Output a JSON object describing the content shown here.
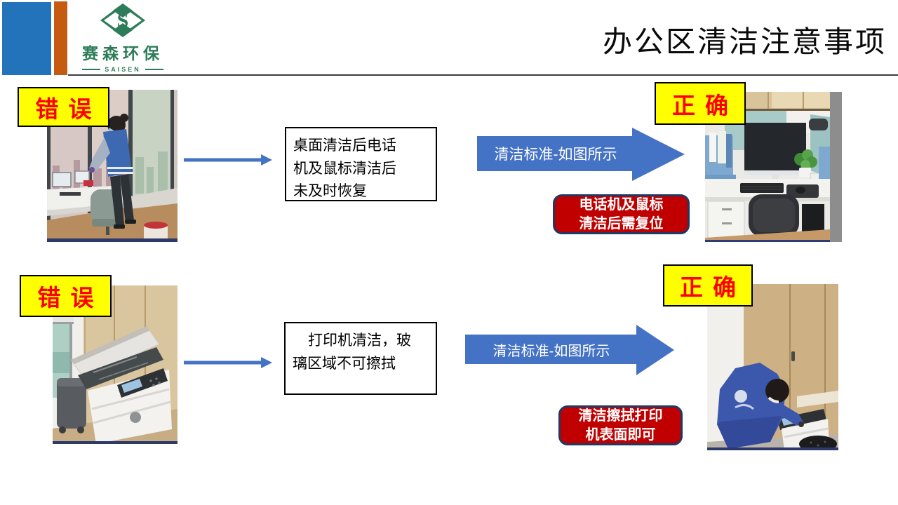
{
  "header": {
    "logo": {
      "name": "赛森环保",
      "subtitle": "SAISEN"
    },
    "title": "办公区清洁注意事项"
  },
  "labels": {
    "wrong": "错误",
    "correct": "正确"
  },
  "rows": [
    {
      "problem_text": "桌面清洁后电话\n机及鼠标清洁后\n未及时恢复",
      "arrow_label": "清洁标准-如图所示",
      "tip_text": "电话机及鼠标\n清洁后需复位"
    },
    {
      "problem_text": "打印机清洁，玻\n璃区域不可擦拭",
      "arrow_label": "清洁标准-如图所示",
      "tip_text": "清洁擦拭打印\n机表面即可"
    }
  ],
  "colors": {
    "accent_blue": "#4472C4",
    "alert_red": "#C00000",
    "alert_border_navy": "#203864",
    "label_yellow": "#FFFF00",
    "label_text_red": "#FF0000",
    "brand_green": "#2E7D5A",
    "bar_blue": "#2273B9",
    "bar_orange": "#C55A11"
  }
}
